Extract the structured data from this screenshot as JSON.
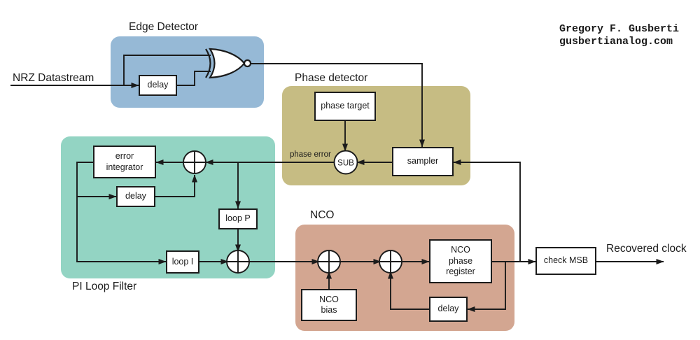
{
  "credit": {
    "line1": "Gregory F. Gusberti",
    "line2": "gusbertianalog.com"
  },
  "io": {
    "input_label": "NRZ Datastream",
    "output_label": "Recovered clock"
  },
  "groups": {
    "edge_detector": {
      "title": "Edge Detector",
      "color": "#96b9d6"
    },
    "phase_detector": {
      "title": "Phase detector",
      "color": "#c6bc83"
    },
    "pi_loop_filter": {
      "title": "PI Loop Filter",
      "color": "#93d4c3"
    },
    "nco": {
      "title": "NCO",
      "color": "#d3a691"
    }
  },
  "nodes": {
    "edge_delay": "delay",
    "phase_target": "phase target",
    "sampler": "sampler",
    "sub": "SUB",
    "phase_error_label": "phase error",
    "error_integrator": "error\nintegrator",
    "pi_delay": "delay",
    "loop_p": "loop P",
    "loop_i": "loop I",
    "nco_bias": "NCO\nbias",
    "nco_phase_register": "NCO\nphase\nregister",
    "nco_delay": "delay",
    "check_msb": "check MSB"
  }
}
